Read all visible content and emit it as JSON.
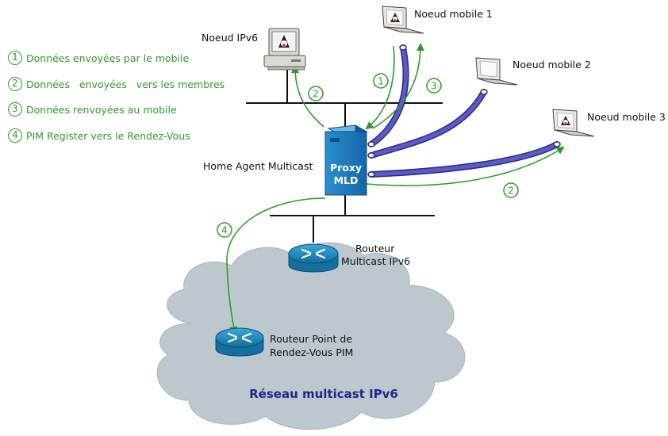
{
  "legend": [
    {
      "num": "1",
      "text": "Données envoyées par le mobile"
    },
    {
      "num": "2",
      "text": "Données   envoyées   vers les membres"
    },
    {
      "num": "3",
      "text": "Données renvoyées au mobile"
    },
    {
      "num": "4",
      "text": "PIM Register vers le Rendez-Vous"
    }
  ],
  "nodes": {
    "ipv6_node": "Noeud IPv6",
    "mobile1": "Noeud mobile 1",
    "mobile2": "Noeud mobile 2",
    "mobile3": "Noeud mobile 3",
    "home_agent": "Home Agent Multicast",
    "proxy_line1": "Proxy",
    "proxy_line2": "MLD",
    "router_line1": "Routeur",
    "router_line2": "Multicast IPv6",
    "rp_line1": "Routeur Point de",
    "rp_line2": "Rendez-Vous PIM",
    "network": "Réseau multicast IPv6"
  },
  "arrow_labels": {
    "a1": "1",
    "a2_left": "2",
    "a3": "3",
    "a2_right": "2",
    "a4": "4"
  },
  "colors": {
    "arrow_green": "#2f9a2a",
    "tunnel_blue": "#4848b8",
    "cloud_fill": "#bcc8cd",
    "router_blue": "#1a8fc4",
    "server_blue": "#1e7fc0",
    "network_text": "#1c2a8a"
  },
  "icons": {
    "computer": "desktop-computer-icon",
    "laptop": "laptop-icon",
    "router": "router-icon",
    "server": "server-icon",
    "cloud": "cloud-icon"
  }
}
